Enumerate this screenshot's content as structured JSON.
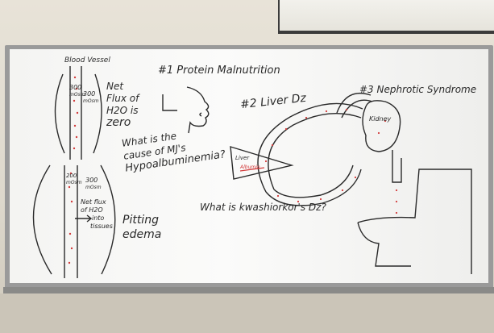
{
  "colors": {
    "ink": "#2a2a2a",
    "red_marker": "#d23b3b",
    "board": "#f7f7f5"
  },
  "board": {
    "vessel_top_label": "Blood Vessel",
    "osm_left_1": "300",
    "osm_left_2": "mOsm",
    "osm_right_1": "300",
    "osm_right_2": "mOsm",
    "net_flux_zero": [
      "Net",
      "Flux of",
      "H2O is",
      "zero"
    ],
    "protein_title": "#1 Protein Malnutrition",
    "question_cause": [
      "What is the",
      "cause of MJ's",
      "Hypoalbuminemia?"
    ],
    "liver_title": "#2 Liver Dz",
    "liver_label": "Liver",
    "liver_subtext": "Albumin",
    "nephrotic_title": "#3 Nephrotic Syndrome",
    "kidney_label": "Kidney",
    "osm_lower_1": "200",
    "osm_lower_2": "mOsm",
    "osm_lower_3": "300",
    "osm_lower_4": "mOsm",
    "net_flux_tissue": [
      "Net flux",
      "of H2O",
      "into",
      "tissues"
    ],
    "pitting": [
      "Pitting",
      "edema"
    ],
    "kwashiorkor": "What is kwashiorkor's Dz?"
  }
}
